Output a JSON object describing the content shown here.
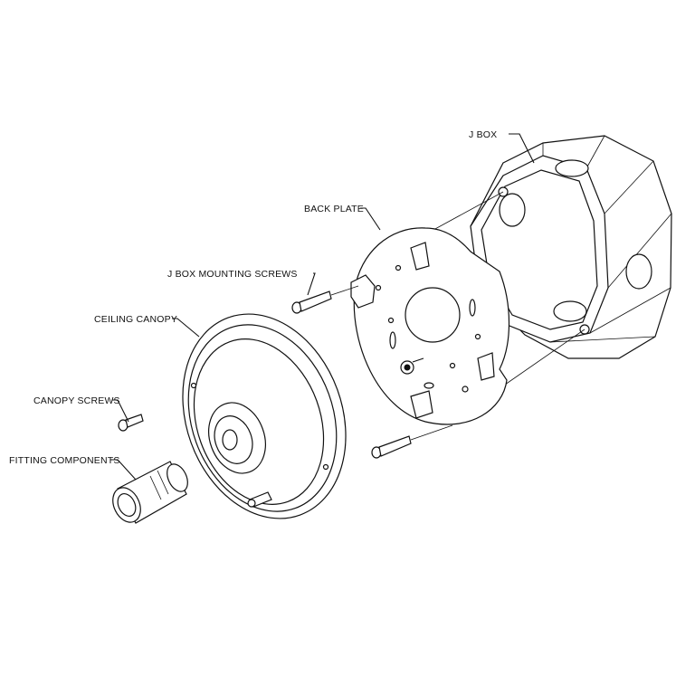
{
  "labels": {
    "j_box": "J BOX",
    "back_plate": "BACK PLATE",
    "j_box_mounting_screws": "J BOX MOUNTING SCREWS",
    "ceiling_canopy": "CEILING CANOPY",
    "canopy_screws": "CANOPY SCREWS",
    "fitting_components": "FITTING COMPONENTS"
  },
  "colors": {
    "line": "#111111",
    "background": "#ffffff"
  }
}
